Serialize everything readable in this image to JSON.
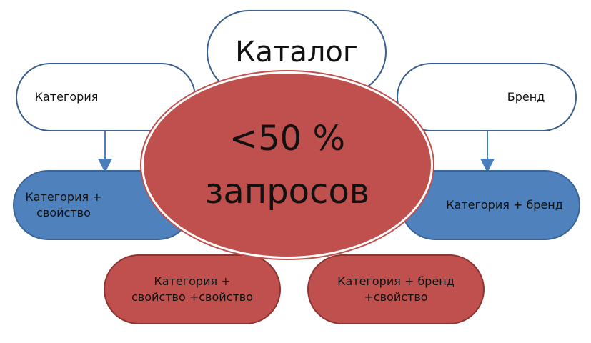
{
  "nodes": {
    "catalog": "Каталог",
    "category": "Категория",
    "brand": "Бренд",
    "category_property": "Категория +\nсвойство",
    "category_brand": "Категория + бренд",
    "category_property_property": "Категория +\nсвойство +свойство",
    "category_brand_property": "Категория + бренд\n+свойство",
    "center_line1": "<50 %",
    "center_line2": "запросов"
  },
  "colors": {
    "outline": "#3a5f8e",
    "blue_fill": "#4f81bd",
    "red_fill": "#c0504d",
    "arrow": "#4a7ebb"
  }
}
